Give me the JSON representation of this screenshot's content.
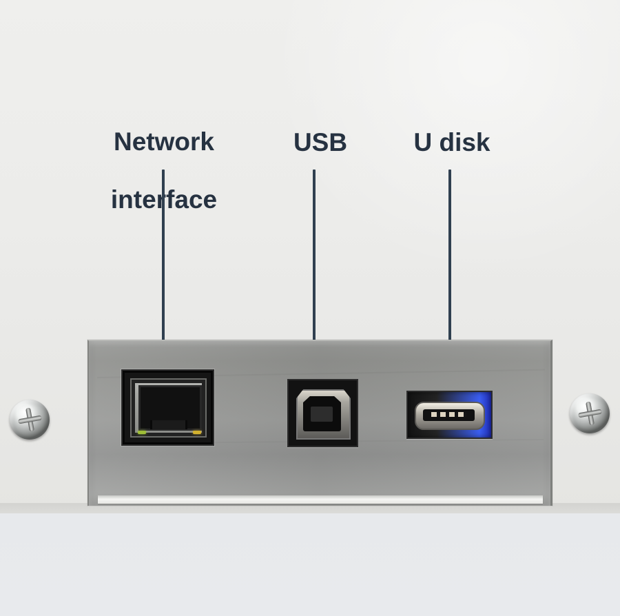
{
  "labels": {
    "network_line1": "Network",
    "network_line2": "interface",
    "usb": "USB",
    "u_disk": "U disk"
  },
  "colors": {
    "label_text": "#263241",
    "leader_line": "#304050",
    "housing": "#ecece9",
    "port_panel": "#969795",
    "led_green": "#9fbe37",
    "led_amber": "#d3b12e",
    "usb_blue_insert": "#3b5ef2"
  },
  "icons": {
    "network_port": "ethernet-port-icon",
    "usb_port": "usb-b-port-icon",
    "u_disk_port": "usb-a-port-icon",
    "screw": "screw-icon"
  }
}
